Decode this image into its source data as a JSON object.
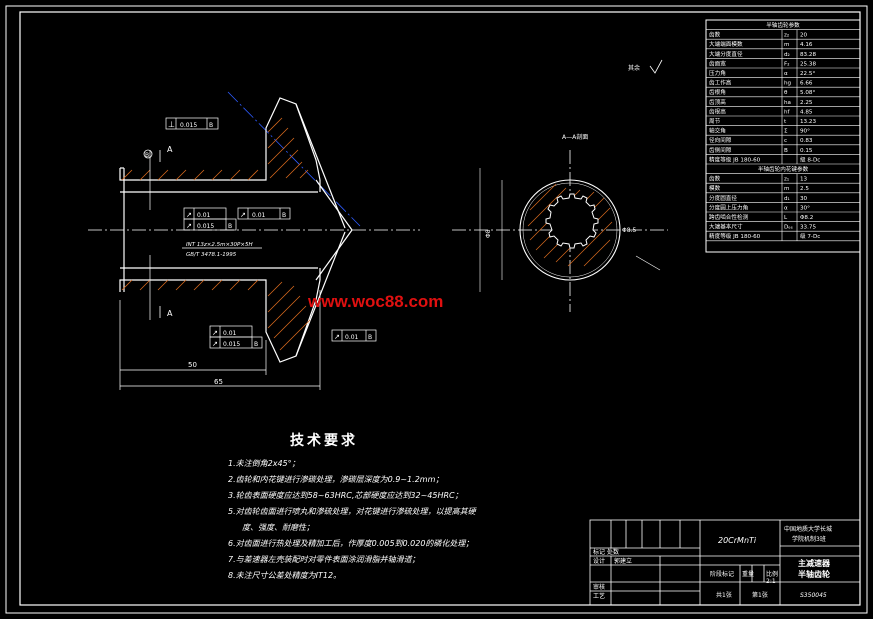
{
  "watermark": "www.woc88.com",
  "roughness_note": "其余",
  "section_label": "A—A剖面",
  "section_dim_left": "Φ8",
  "section_dim_right": "Φ8.5",
  "view_arrow": "A",
  "datum_letter": "B",
  "gdt": {
    "perp": {
      "symbol": "⊥",
      "tol": "0.015",
      "datum": "B"
    },
    "runout_a": {
      "symbol": "↗",
      "tol": "0.01"
    },
    "runout_b": {
      "symbol": "↗",
      "tol": "0.015",
      "datum": "B"
    },
    "runout_c": {
      "symbol": "↗",
      "tol": "0.01",
      "datum": "B"
    },
    "runout_d": {
      "symbol": "↗",
      "tol": "0.01"
    },
    "runout_e": {
      "symbol": "↗",
      "tol": "0.015",
      "datum": "B"
    },
    "runout_f": {
      "symbol": "↗",
      "tol": "0.01",
      "datum": "B"
    }
  },
  "spline_callout_1": "INT 13z×2.5m×30P×5H",
  "spline_callout_2": "GB/T 3478.1-1995",
  "dim_50": "50",
  "dim_65": "65",
  "tech_title": "技术要求",
  "tech_items": [
    "1.未注倒角2x45°；",
    "2.齿轮和内花键进行渗碳处理，渗碳层深度为0.9~1.2mm；",
    "3.轮齿表面硬度应达到58~63HRC,芯部硬度应达到32~45HRC；",
    "5.对齿轮齿面进行喷丸和渗硫处理，对花键进行渗硫处理，以提高其硬",
    "度、强度、耐磨性；",
    "6.对齿面进行热处理及精加工后，作厚度0.005到0.020的磷化处理；",
    "7.与差速器左壳装配时对零件表面涂润滑脂并轴滑道；",
    "8.未注尺寸公差处精度为IT12。"
  ],
  "params_title_1": "半轴齿轮参数",
  "params_1": [
    {
      "name": "齿数",
      "sym": "z₂",
      "val": "20"
    },
    {
      "name": "大端端面模数",
      "sym": "m",
      "val": "4.16"
    },
    {
      "name": "大端分度直径",
      "sym": "d₂",
      "val": "83.28"
    },
    {
      "name": "齿面宽",
      "sym": "F₂",
      "val": "25.38"
    },
    {
      "name": "压力角",
      "sym": "α",
      "val": "22.5°"
    },
    {
      "name": "齿工作高",
      "sym": "hg",
      "val": "6.66"
    },
    {
      "name": "齿根角",
      "sym": "θ",
      "val": "5.08°"
    },
    {
      "name": "齿顶高",
      "sym": "ha",
      "val": "2.25"
    },
    {
      "name": "齿根高",
      "sym": "hf",
      "val": "4.85"
    },
    {
      "name": "周节",
      "sym": "t",
      "val": "13.23"
    },
    {
      "name": "轴交角",
      "sym": "Σ",
      "val": "90°"
    },
    {
      "name": "径向间隙",
      "sym": "c",
      "val": "0.83"
    },
    {
      "name": "齿侧间隙",
      "sym": "B",
      "val": "0.15"
    },
    {
      "name": "精度等级 JB 180-60",
      "sym": "",
      "val": "级 8-Dc"
    }
  ],
  "params_title_2": "半轴齿轮内花键参数",
  "params_2": [
    {
      "name": "齿数",
      "sym": "z₁",
      "val": "13"
    },
    {
      "name": "模数",
      "sym": "m",
      "val": "2.5"
    },
    {
      "name": "分度圆直径",
      "sym": "d₁",
      "val": "30"
    },
    {
      "name": "分度圆上压力角",
      "sym": "α",
      "val": "30°"
    },
    {
      "name": "跨齿啮合性检测",
      "sym": "L",
      "val": "Φ8.2"
    },
    {
      "name": "大端基本尺寸",
      "sym": "Dₑₑ",
      "val": "33.75"
    },
    {
      "name": "精度等级 JB 180-60",
      "sym": "",
      "val": "级 7-Dc"
    }
  ],
  "title_block": {
    "material": "20CrMnTi",
    "school_1": "中国地质大学长城",
    "school_2": "学院机制3班",
    "part_1": "主减速器",
    "part_2": "半轴齿轮",
    "drawing_no": "S350045",
    "stage_label": "阶段标记",
    "weight_label": "重量",
    "scale_label": "比例",
    "scale_val": "2:1",
    "sheets_total": "共1张",
    "sheet_no": "第1张",
    "design_label": "设计",
    "designer": "郭建立",
    "mark_label": "标记",
    "count_label": "处数",
    "review_label": "审核",
    "process_label": "工艺"
  }
}
